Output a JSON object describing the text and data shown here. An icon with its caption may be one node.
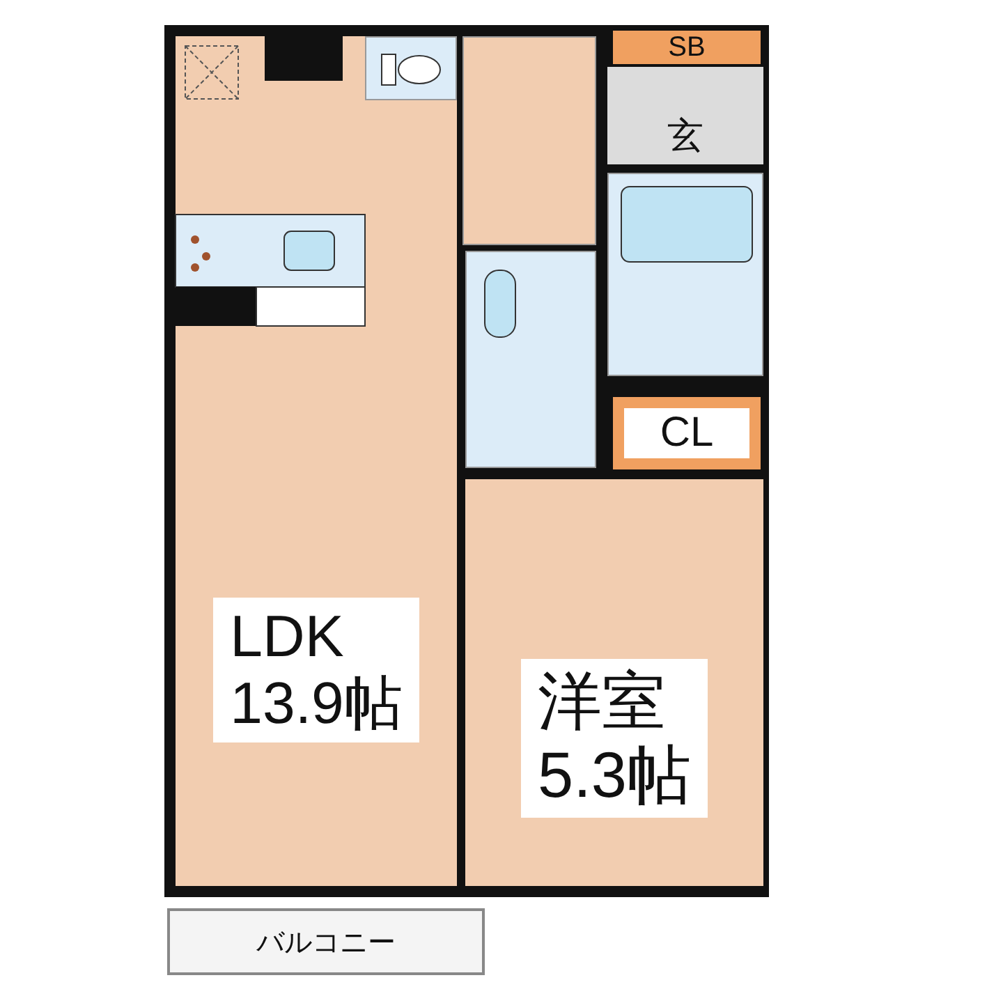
{
  "diagram": {
    "nodes": [
      {
        "text": [
          "LDK",
          "13.9帖"
        ]
      },
      {
        "text": [],
        "shape": "box",
        "in": 0
      },
      {
        "text": [
          "SB"
        ]
      },
      {
        "text": [
          "玄"
        ]
      },
      {
        "text": [],
        "shape": "box"
      },
      {
        "text": [],
        "shape": "box"
      },
      {
        "text": [],
        "shape": "box"
      },
      {
        "text": [
          "CL"
        ]
      },
      {
        "text": [
          "洋室",
          "5.3帖"
        ]
      },
      {
        "text": [
          "バルコニー"
        ]
      }
    ]
  }
}
